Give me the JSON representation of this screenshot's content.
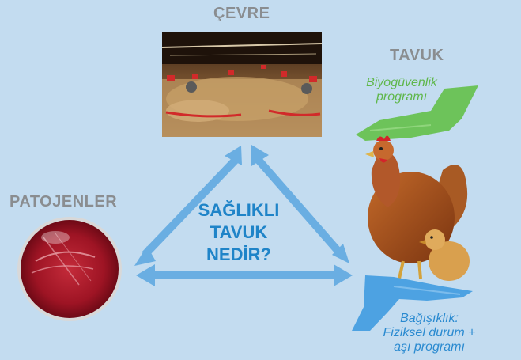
{
  "nodes": {
    "environment": "ÇEVRE",
    "chicken": "TAVUK",
    "pathogens": "PATOJENLER"
  },
  "center": {
    "line1": "SAĞLIKLI",
    "line2": "TAVUK",
    "line3": "NEDİR?"
  },
  "biosecurity": {
    "line1": "Biyogüvenlik",
    "line2": "programı"
  },
  "immunity": {
    "line1": "Bağışıklık:",
    "line2": "Fiziksel durum +",
    "line3": "aşı programı"
  },
  "colors": {
    "background": "#c3dcf0",
    "arrow": "#6aaee2",
    "center_text": "#1f84c8",
    "node_label": "#8a8d90",
    "biosecurity": "#5fb74b",
    "immunity": "#2a8ad0"
  }
}
